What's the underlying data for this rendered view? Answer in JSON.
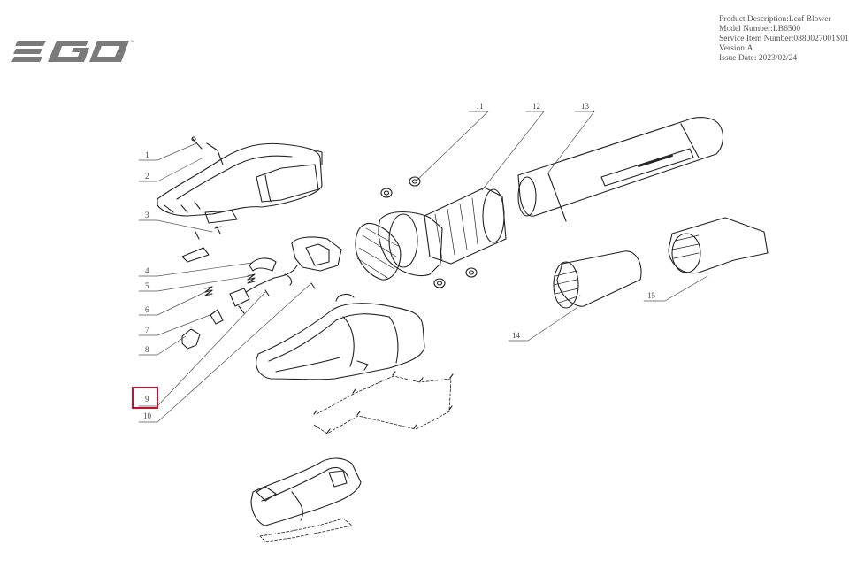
{
  "brand": {
    "logo_text": "EGO",
    "trademark": "™"
  },
  "info": {
    "product_description": "Product Description:Leaf Blower",
    "model_number": "Model Number:LB6500",
    "service_item_number": "Service Item Number:0880027001S01",
    "version": "Version:A",
    "issue_date": "Issue Date: 2023/02/24"
  },
  "callouts": [
    "1",
    "2",
    "3",
    "4",
    "5",
    "6",
    "7",
    "8",
    "9",
    "10",
    "11",
    "12",
    "13",
    "14",
    "15"
  ],
  "highlight": {
    "callout": "9",
    "color": "#c8102e"
  }
}
